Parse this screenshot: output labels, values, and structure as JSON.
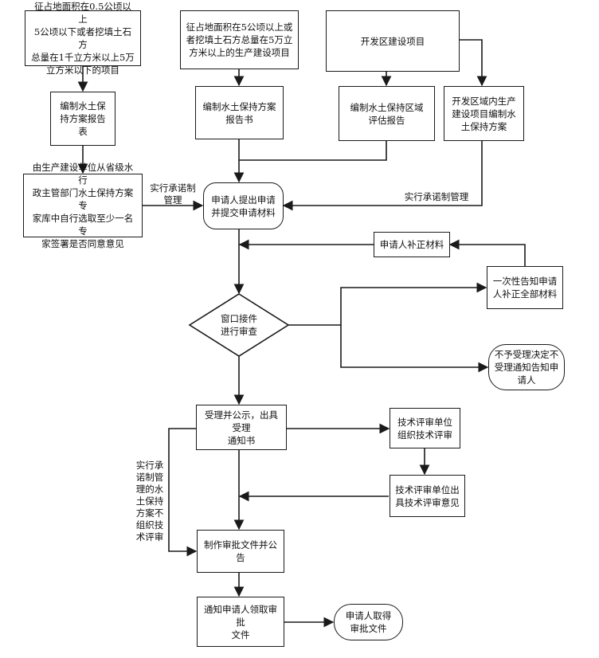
{
  "nodes": {
    "small_project": "征占地面积在0.5公顷以上\n5公顷以下或者挖填土石方\n总量在1千立方米以上5万\n立方米以下的项目",
    "large_project": "征占地面积在5公顷以上或\n者挖填土石方总量在5万立\n方米以上的生产建设项目",
    "dev_zone": "开发区建设项目",
    "report_table": "编制水土保\n持方案报告\n表",
    "report_book": "编制水土保持方案\n报告书",
    "zone_assessment": "编制水土保持区域\n评估报告",
    "zone_inner": "开发区域内生产\n建设项目编制水\n土保持方案",
    "expert_review": "由生产建设单位从省级水行\n政主管部门水土保持方案专\n家库中自行选取至少一名专\n家签署是否同意意见",
    "submit": "申请人提出申请\n并提交申请材料",
    "supplement": "申请人补正材料",
    "notify_once": "一次性告知申请\n人补正全部材料",
    "window_review": "窗口接件\n进行审查",
    "reject": "不予受理决定不\n受理通知告知申\n请人",
    "accept": "受理并公示，出具受理\n通知书",
    "tech_org": "技术评审单位\n组织技术评审",
    "tech_opinion": "技术评审单位出\n具技术评审意见",
    "approve": "制作审批文件并公告",
    "notify_collect": "通知申请人领取审批\n文件",
    "collect": "申请人取得\n审批文件"
  },
  "labels": {
    "commit_left": "实行承诺制\n管理",
    "commit_right": "实行承诺制管理",
    "commit_no_review": "实行承\n诺制管\n理的水\n土保持\n方案不\n组织技\n术评审"
  }
}
